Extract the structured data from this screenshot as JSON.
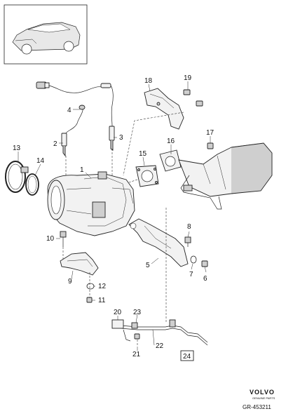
{
  "callouts": [
    {
      "id": "1",
      "text": "1"
    },
    {
      "id": "2",
      "text": "2"
    },
    {
      "id": "3",
      "text": "3"
    },
    {
      "id": "4",
      "text": "4"
    },
    {
      "id": "5",
      "text": "5"
    },
    {
      "id": "6",
      "text": "6"
    },
    {
      "id": "7",
      "text": "7"
    },
    {
      "id": "8",
      "text": "8"
    },
    {
      "id": "9",
      "text": "9"
    },
    {
      "id": "10",
      "text": "10"
    },
    {
      "id": "11",
      "text": "11"
    },
    {
      "id": "12",
      "text": "12"
    },
    {
      "id": "13",
      "text": "13"
    },
    {
      "id": "14",
      "text": "14"
    },
    {
      "id": "15",
      "text": "15"
    },
    {
      "id": "16",
      "text": "16"
    },
    {
      "id": "17",
      "text": "17"
    },
    {
      "id": "18",
      "text": "18"
    },
    {
      "id": "19",
      "text": "19"
    },
    {
      "id": "20",
      "text": "20"
    },
    {
      "id": "21",
      "text": "21"
    },
    {
      "id": "22",
      "text": "22"
    },
    {
      "id": "23",
      "text": "23"
    },
    {
      "id": "24",
      "text": "24"
    }
  ],
  "brand": {
    "logo": "VOLVO",
    "tagline": "GENUINE PARTS"
  },
  "reference": "GR-453211"
}
